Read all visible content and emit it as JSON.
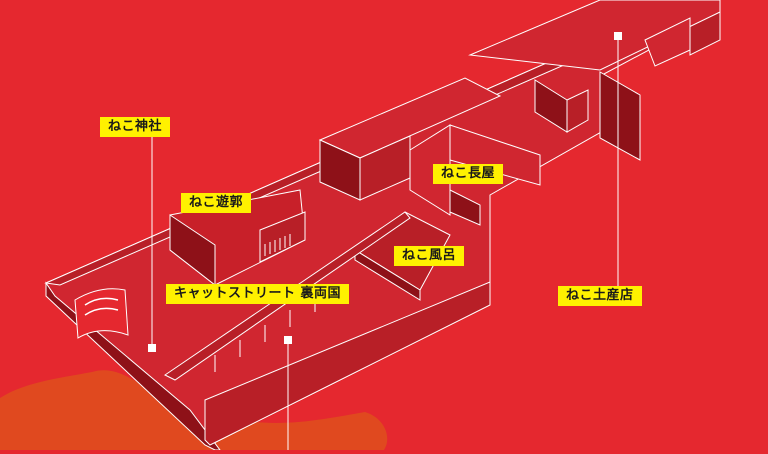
{
  "map": {
    "colors": {
      "background": "#e5282f",
      "wall_top": "#d02630",
      "wall_dark": "#8e1118",
      "wall_mid": "#b81f27",
      "outline": "#ffffff",
      "ground_patch": "#e0491f",
      "label_bg": "#fff100",
      "label_text": "#1a1a1a"
    },
    "labels": {
      "shrine": "ねこ神社",
      "yukaku": "ねこ遊郭",
      "nagaya": "ねこ長屋",
      "furo": "ねこ風呂",
      "street": "キャットストリート 裏両国",
      "miyage": "ねこ土産店"
    }
  }
}
